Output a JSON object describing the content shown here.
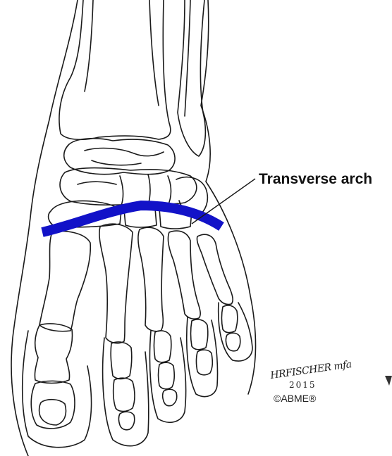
{
  "annotation": {
    "label": "Transverse arch"
  },
  "credits": {
    "signature": "HRFISCHER mfa",
    "year": "2015",
    "copyright": "©ABME®"
  },
  "colors": {
    "arch_band": "#1212c8",
    "line_art": "#1a1a1a",
    "background": "#ffffff"
  }
}
